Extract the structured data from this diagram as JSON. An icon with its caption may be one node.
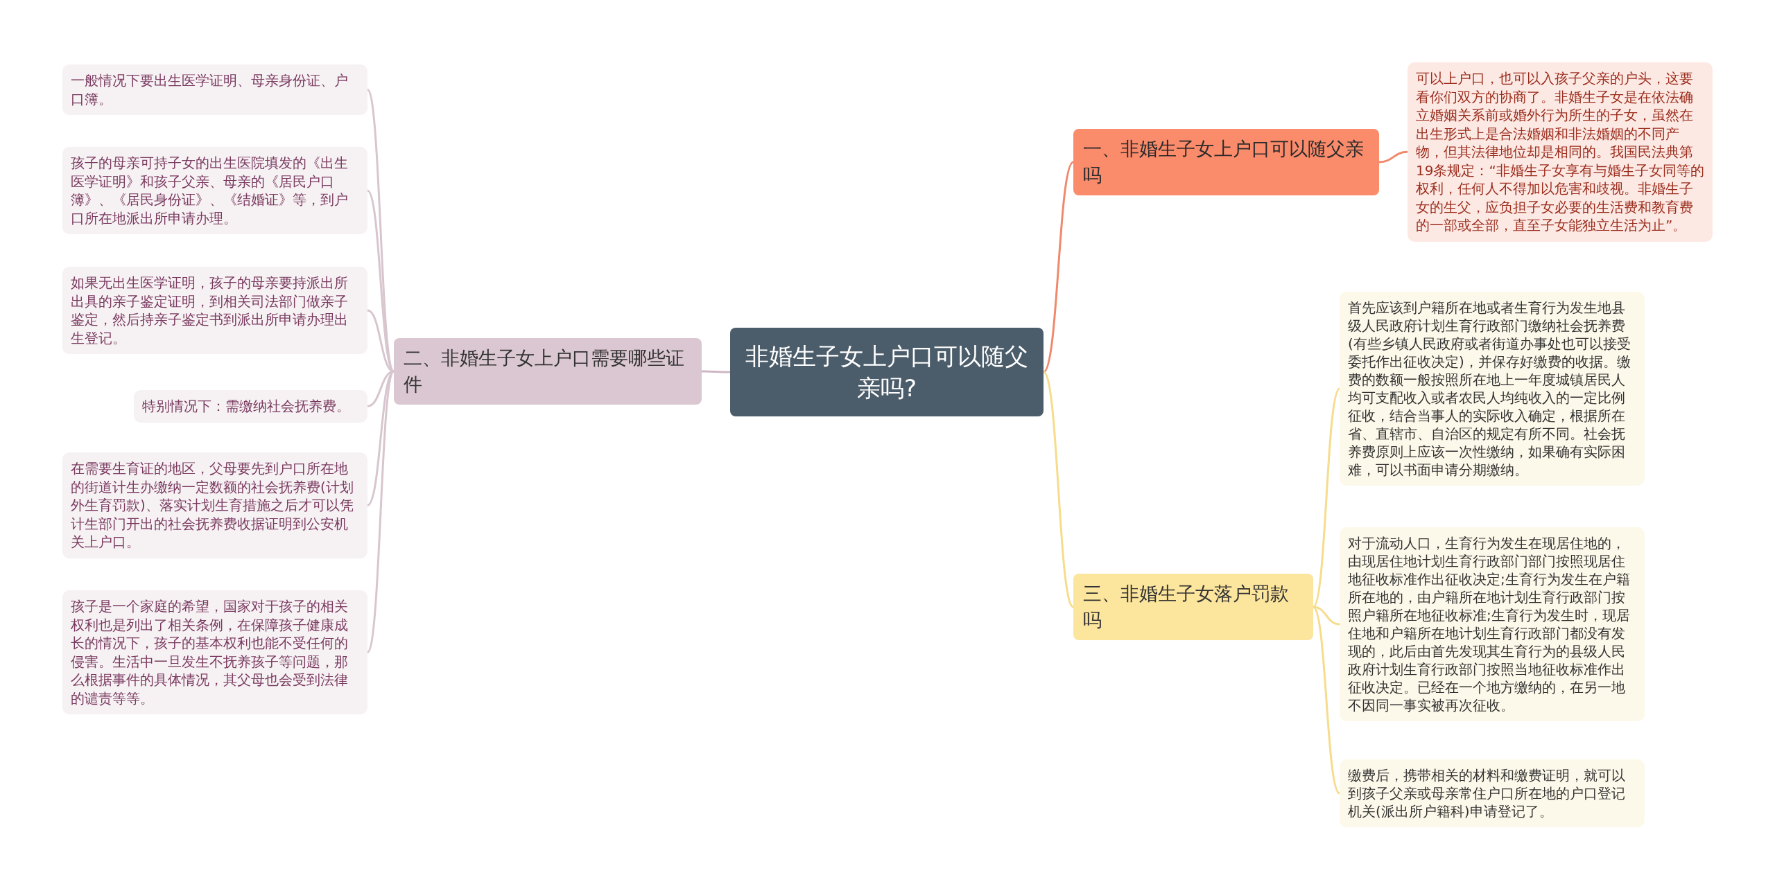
{
  "diagram": {
    "nodes": [
      {
        "text": [
          "非婚生子女上户口可以随父亲吗?"
        ]
      },
      {
        "text": [
          "一、非婚生子女上户口可以随父亲吗"
        ]
      },
      {
        "text": [
          "可以上户口，也可以入孩子父亲的户头，这要看你们双方的协商了。非婚生子女是在依法确立婚姻关系前或婚外行为所生的子女，虽然在出生形式上是合法婚姻和非法婚姻的不同产物，但其法律地位却是相同的。我国民法典第19条规定：“非婚生子女享有与婚生子女同等的权利，任何人不得加以危害和歧视。非婚生子女的生父，应负担子女必要的生活费和教育费的一部或全部，直至子女能独立生活为止”。"
        ]
      },
      {
        "text": [
          "二、非婚生子女上户口需要哪些证件"
        ]
      },
      {
        "text": [
          "一般情况下要出生医学证明、母亲身份证、户口簿。"
        ]
      },
      {
        "text": [
          "孩子的母亲可持子女的出生医院填发的《出生医学证明》和孩子父亲、母亲的《居民户口簿》、《居民身份证》、《结婚证》等，到户口所在地派出所申请办理。"
        ]
      },
      {
        "text": [
          "如果无出生医学证明，孩子的母亲要持派出所出具的亲子鉴定证明，到相关司法部门做亲子鉴定，然后持亲子鉴定书到派出所申请办理出生登记。"
        ]
      },
      {
        "text": [
          "特别情况下：需缴纳社会抚养费。"
        ]
      },
      {
        "text": [
          "在需要生育证的地区，父母要先到户口所在地的街道计生办缴纳一定数额的社会抚养费(计划外生育罚款)、落实计划生育措施之后才可以凭计生部门开出的社会抚养费收据证明到公安机关上户口。"
        ]
      },
      {
        "text": [
          "孩子是一个家庭的希望，国家对于孩子的相关权利也是列出了相关条例，在保障孩子健康成长的情况下，孩子的基本权利也能不受任何的侵害。生活中一旦发生不抚养孩子等问题，那么根据事件的具体情况，其父母也会受到法律的谴责等等。"
        ]
      },
      {
        "text": [
          "三、非婚生子女落户罚款吗"
        ]
      },
      {
        "text": [
          "首先应该到户籍所在地或者生育行为发生地县级人民政府计划生育行政部门缴纳社会抚养费(有些乡镇人民政府或者街道办事处也可以接受委托作出征收决定)，并保存好缴费的收据。缴费的数额一般按照所在地上一年度城镇居民人均可支配收入或者农民人均纯收入的一定比例征收，结合当事人的实际收入确定，根据所在省、直辖市、自治区的规定有所不同。社会抚养费原则上应该一次性缴纳，如果确有实际困难，可以书面申请分期缴纳。"
        ]
      },
      {
        "text": [
          "对于流动人口，生育行为发生在现居住地的，由现居住地计划生育行政部门部门按照现居住地征收标准作出征收决定;生育行为发生在户籍所在地的，由户籍所在地计划生育行政部门按照户籍所在地征收标准;生育行为发生时，现居住地和户籍所在地计划生育行政部门都没有发现的，此后由首先发现其生育行为的县级人民政府计划生育行政部门按照当地征收标准作出征收决定。已经在一个地方缴纳的，在另一地不因同一事实被再次征收。"
        ]
      },
      {
        "text": [
          "缴费后，携带相关的材料和缴费证明，就可以到孩子父亲或母亲常住户口所在地的户口登记机关(派出所户籍科)申请登记了。"
        ]
      }
    ],
    "edges": [
      {
        "from": 0,
        "to": 1,
        "arrow": "none",
        "color": "#f0896c"
      },
      {
        "from": 1,
        "to": 2,
        "arrow": "none",
        "color": "#f0896c"
      },
      {
        "from": 0,
        "to": 3,
        "arrow": "none",
        "color": "#cdb7c3"
      },
      {
        "from": 3,
        "to": 4,
        "arrow": "none",
        "color": "#d8c6cf"
      },
      {
        "from": 3,
        "to": 5,
        "arrow": "none",
        "color": "#d8c6cf"
      },
      {
        "from": 3,
        "to": 6,
        "arrow": "none",
        "color": "#d8c6cf"
      },
      {
        "from": 3,
        "to": 7,
        "arrow": "none",
        "color": "#d8c6cf"
      },
      {
        "from": 3,
        "to": 8,
        "arrow": "none",
        "color": "#d8c6cf"
      },
      {
        "from": 3,
        "to": 9,
        "arrow": "none",
        "color": "#d8c6cf"
      },
      {
        "from": 0,
        "to": 10,
        "arrow": "none",
        "color": "#f6dc8c"
      },
      {
        "from": 10,
        "to": 11,
        "arrow": "none",
        "color": "#f6dc8c"
      },
      {
        "from": 10,
        "to": 12,
        "arrow": "none",
        "color": "#f6dc8c"
      },
      {
        "from": 10,
        "to": 13,
        "arrow": "none",
        "color": "#f6dc8c"
      }
    ]
  }
}
